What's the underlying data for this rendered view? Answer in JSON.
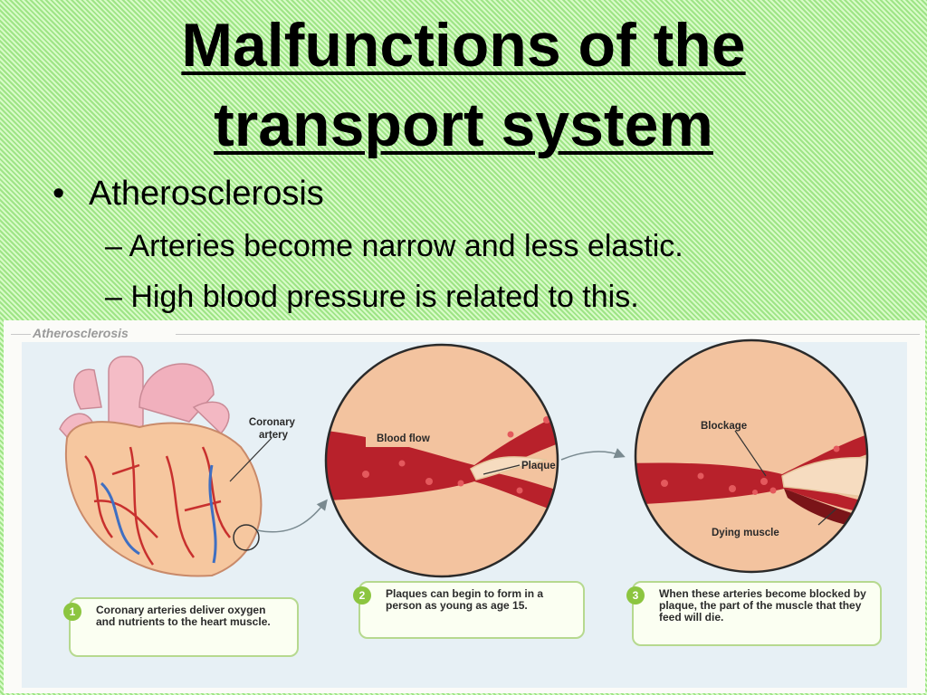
{
  "slide": {
    "title_line1": "Malfunctions of the",
    "title_line2": "transport system",
    "bullet": "Atherosclerosis",
    "sub_bullets": [
      "Arteries become narrow and less elastic.",
      "High blood pressure is related to this."
    ]
  },
  "figure": {
    "title": "Atherosclerosis",
    "labels": {
      "coronary_artery": [
        "Coronary",
        "artery"
      ],
      "blood_flow": "Blood flow",
      "plaque": "Plaque",
      "blockage": "Blockage",
      "dying_muscle": "Dying muscle"
    },
    "captions": [
      {
        "number": "1",
        "text": "Coronary arteries deliver oxygen and nutrients to the heart muscle."
      },
      {
        "number": "2",
        "text": "Plaques can begin to form in a person as young as age 15."
      },
      {
        "number": "3",
        "text": "When these arteries become blocked by plaque, the part of the muscle that they feed will die."
      }
    ]
  },
  "colors": {
    "background": "#b8f0a0",
    "blood": "#b8212b",
    "muscle": "#f3c39f",
    "caption_border": "#b6d98f",
    "step_badge": "#8cc540"
  }
}
